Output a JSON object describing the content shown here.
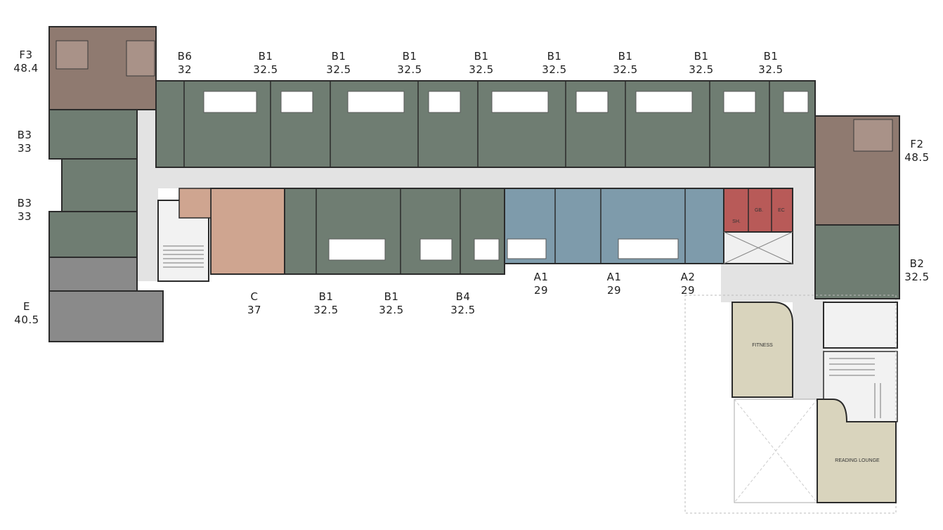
{
  "colors": {
    "unit_green": "#6f7d72",
    "unit_blue": "#7e9bab",
    "unit_brown": "#8f7a70",
    "unit_peach": "#cfa590",
    "unit_grey": "#8a8a8a",
    "corridor": "#e3e3e3",
    "amenity": "#d9d4bd",
    "service_red": "#b85a58",
    "wall": "#2b2b2b"
  },
  "units": [
    {
      "id": "f3",
      "type": "F3",
      "area": "48.4"
    },
    {
      "id": "b6",
      "type": "B6",
      "area": "32"
    },
    {
      "id": "b1-top-1",
      "type": "B1",
      "area": "32.5"
    },
    {
      "id": "b1-top-2",
      "type": "B1",
      "area": "32.5"
    },
    {
      "id": "b1-top-3",
      "type": "B1",
      "area": "32.5"
    },
    {
      "id": "b1-top-4",
      "type": "B1",
      "area": "32.5"
    },
    {
      "id": "b1-top-5",
      "type": "B1",
      "area": "32.5"
    },
    {
      "id": "b1-top-6",
      "type": "B1",
      "area": "32.5"
    },
    {
      "id": "b1-top-7",
      "type": "B1",
      "area": "32.5"
    },
    {
      "id": "b1-top-8",
      "type": "B1",
      "area": "32.5"
    },
    {
      "id": "b3-1",
      "type": "B3",
      "area": "33"
    },
    {
      "id": "b3-2",
      "type": "B3",
      "area": "33"
    },
    {
      "id": "e",
      "type": "E",
      "area": "40.5"
    },
    {
      "id": "c",
      "type": "C",
      "area": "37"
    },
    {
      "id": "b1-bot-1",
      "type": "B1",
      "area": "32.5"
    },
    {
      "id": "b1-bot-2",
      "type": "B1",
      "area": "32.5"
    },
    {
      "id": "b4",
      "type": "B4",
      "area": "32.5"
    },
    {
      "id": "a1-1",
      "type": "A1",
      "area": "29"
    },
    {
      "id": "a1-2",
      "type": "A1",
      "area": "29"
    },
    {
      "id": "a2",
      "type": "A2",
      "area": "29"
    },
    {
      "id": "f2",
      "type": "F2",
      "area": "48.5"
    },
    {
      "id": "b2",
      "type": "B2",
      "area": "32.5"
    }
  ],
  "rooms": {
    "fitness": "FITNESS",
    "reading_lounge": "READING LOUNGE",
    "sh": "SH.",
    "gb": "GB.",
    "ec": "EC"
  }
}
